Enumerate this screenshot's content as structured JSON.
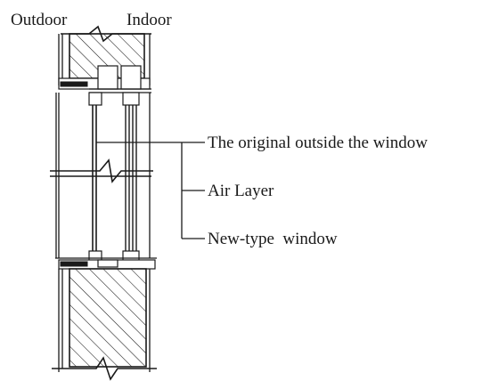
{
  "labels": {
    "outdoor": "Outdoor",
    "indoor": "Indoor"
  },
  "callouts": {
    "original_window": "The original outside the window",
    "air_layer": "Air Layer",
    "new_window": "New-type  window"
  },
  "colors": {
    "line": "#1a1a1a",
    "background": "#ffffff"
  }
}
